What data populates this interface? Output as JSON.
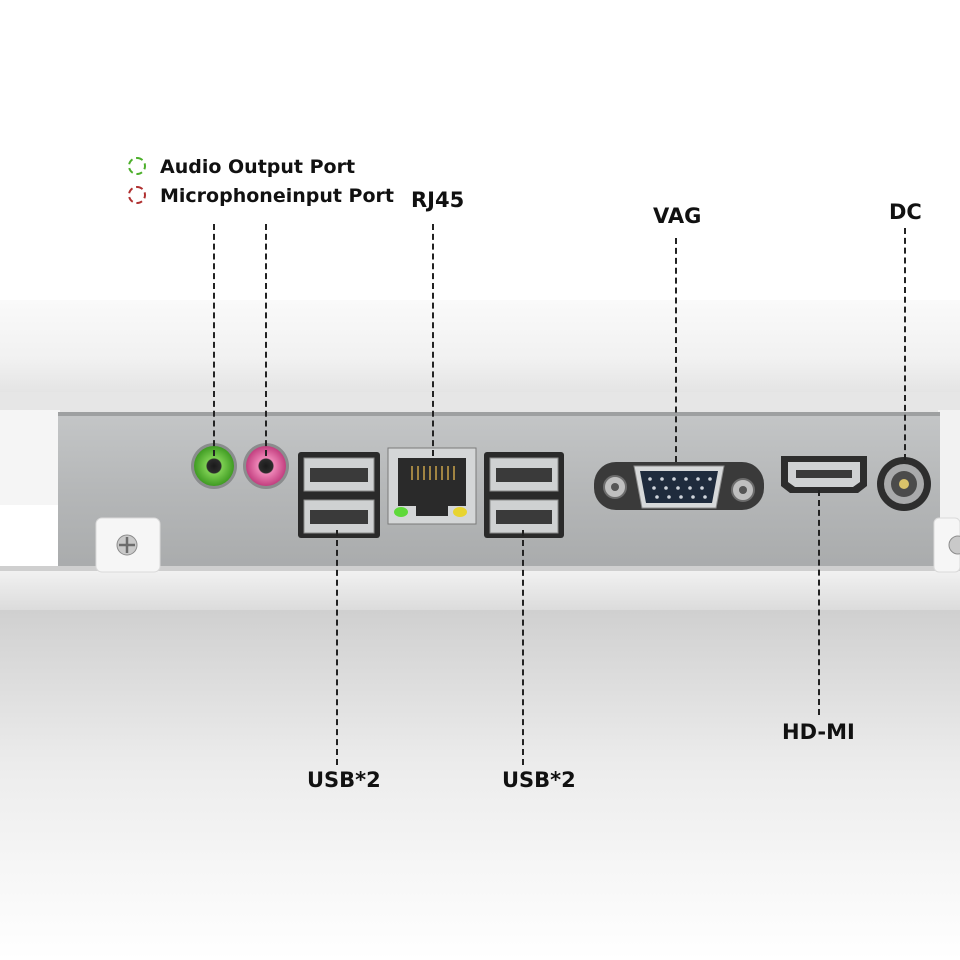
{
  "legend": {
    "items": [
      {
        "label": "Audio Output Port",
        "color": "#4caf2a"
      },
      {
        "label": "Microphoneinput Port",
        "color": "#b03030"
      }
    ]
  },
  "callouts": {
    "rj45": "RJ45",
    "vga": "VAG",
    "dc": "DC",
    "usb_left": "USB*2",
    "usb_right": "USB*2",
    "hdmi": "HD-MI"
  },
  "colors": {
    "background": "#ffffff",
    "panel": "#b7b9ba",
    "casing": "#f3f3f3",
    "audio_out": "#4caf2a",
    "mic_in": "#d64b8c",
    "led_green": "#5fd93a",
    "led_yellow": "#e8d430"
  }
}
